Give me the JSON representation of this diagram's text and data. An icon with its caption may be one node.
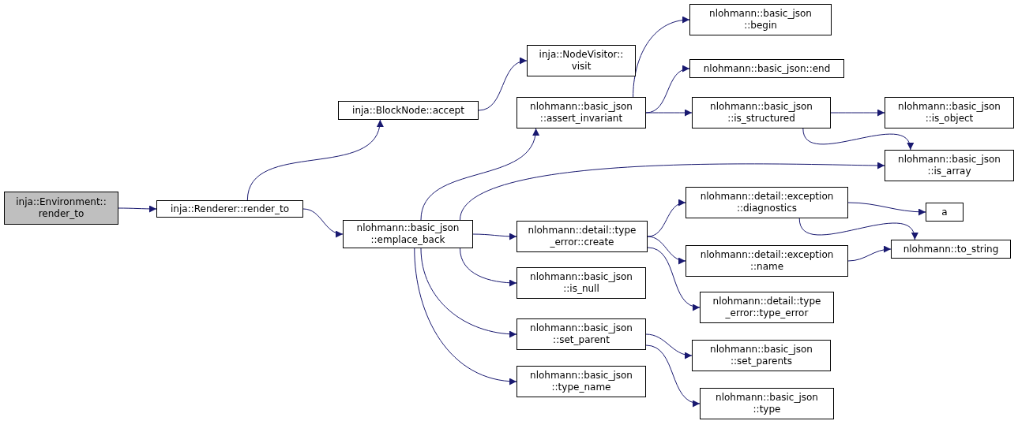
{
  "diagram": {
    "nodes": [
      {
        "text": [
          "inja::Environment:: render_to"
        ]
      },
      {
        "text": [
          "inja::Renderer::render_to"
        ]
      },
      {
        "text": [
          "inja::BlockNode::accept"
        ]
      },
      {
        "text": [
          "nlohmann::basic_json ::emplace_back"
        ]
      },
      {
        "text": [
          "inja::NodeVisitor:: visit"
        ]
      },
      {
        "text": [
          "nlohmann::basic_json ::assert_invariant"
        ]
      },
      {
        "text": [
          "nlohmann::basic_json ::begin"
        ]
      },
      {
        "text": [
          "nlohmann::basic_json::end"
        ]
      },
      {
        "text": [
          "nlohmann::basic_json ::is_structured"
        ]
      },
      {
        "text": [
          "nlohmann::basic_json ::is_object"
        ]
      },
      {
        "text": [
          "nlohmann::basic_json ::is_array"
        ]
      },
      {
        "text": [
          "nlohmann::detail::type _error::create"
        ]
      },
      {
        "text": [
          "nlohmann::detail::exception ::diagnostics"
        ]
      },
      {
        "text": [
          "a"
        ]
      },
      {
        "text": [
          "nlohmann::detail::exception ::name"
        ]
      },
      {
        "text": [
          "nlohmann::to_string"
        ]
      },
      {
        "text": [
          "nlohmann::basic_json ::is_null"
        ]
      },
      {
        "text": [
          "nlohmann::basic_json ::set_parent"
        ]
      },
      {
        "text": [
          "nlohmann::detail::type _error::type_error"
        ]
      },
      {
        "text": [
          "nlohmann::basic_json ::set_parents"
        ]
      },
      {
        "text": [
          "nlohmann::basic_json ::type_name"
        ]
      },
      {
        "text": [
          "nlohmann::basic_json ::type"
        ]
      }
    ],
    "edges": [
      {
        "from": 0,
        "to": 1,
        "arrow": "to"
      },
      {
        "from": 1,
        "to": 2,
        "arrow": "to"
      },
      {
        "from": 1,
        "to": 3,
        "arrow": "to"
      },
      {
        "from": 2,
        "to": 4,
        "arrow": "to"
      },
      {
        "from": 3,
        "to": 5,
        "arrow": "to"
      },
      {
        "from": 3,
        "to": 10,
        "arrow": "to"
      },
      {
        "from": 3,
        "to": 11,
        "arrow": "to"
      },
      {
        "from": 3,
        "to": 16,
        "arrow": "to"
      },
      {
        "from": 3,
        "to": 17,
        "arrow": "to"
      },
      {
        "from": 3,
        "to": 20,
        "arrow": "to"
      },
      {
        "from": 5,
        "to": 6,
        "arrow": "to"
      },
      {
        "from": 5,
        "to": 7,
        "arrow": "to"
      },
      {
        "from": 5,
        "to": 8,
        "arrow": "to"
      },
      {
        "from": 8,
        "to": 9,
        "arrow": "to"
      },
      {
        "from": 8,
        "to": 10,
        "arrow": "to"
      },
      {
        "from": 11,
        "to": 12,
        "arrow": "to"
      },
      {
        "from": 11,
        "to": 14,
        "arrow": "to"
      },
      {
        "from": 11,
        "to": 18,
        "arrow": "to"
      },
      {
        "from": 12,
        "to": 13,
        "arrow": "to"
      },
      {
        "from": 12,
        "to": 15,
        "arrow": "to"
      },
      {
        "from": 14,
        "to": 15,
        "arrow": "to"
      },
      {
        "from": 17,
        "to": 19,
        "arrow": "to"
      },
      {
        "from": 17,
        "to": 21,
        "arrow": "to"
      }
    ]
  }
}
